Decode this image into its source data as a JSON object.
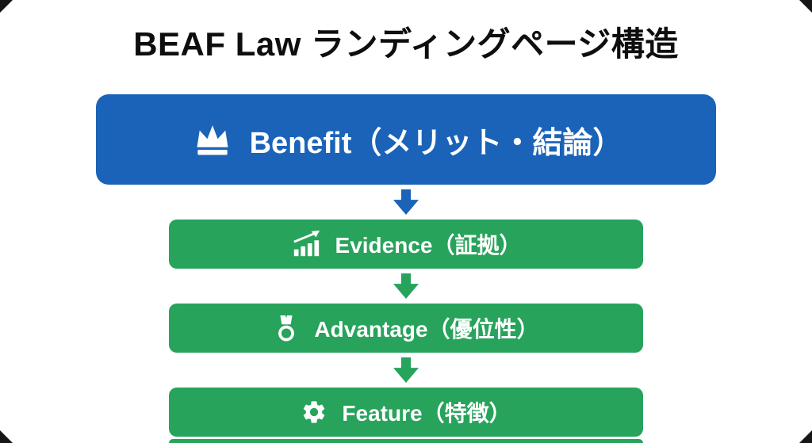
{
  "title": "BEAF Law ランディングページ構造",
  "colors": {
    "benefit_blue": "#1a63b8",
    "step_green": "#27a35b",
    "title_black": "#0e0e0e",
    "text_white": "#ffffff"
  },
  "steps": [
    {
      "label": "Benefit（メリット・結論）",
      "icon": "crown-icon"
    },
    {
      "label": "Evidence（証拠）",
      "icon": "bar-chart-icon"
    },
    {
      "label": "Advantage（優位性）",
      "icon": "medal-icon"
    },
    {
      "label": "Feature（特徴）",
      "icon": "gear-icon"
    }
  ]
}
